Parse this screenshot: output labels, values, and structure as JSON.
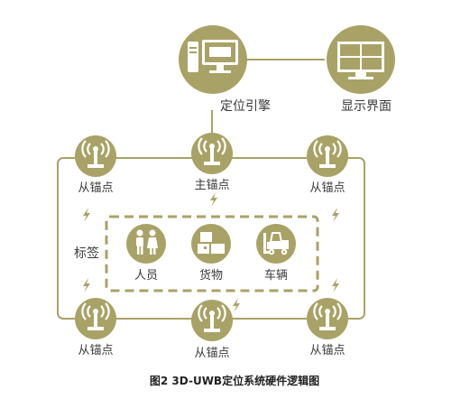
{
  "colors": {
    "olive": "#a9a266",
    "line": "#a9a266",
    "icon_fg": "#ffffff",
    "text": "#3a3a3a",
    "caption": "#222222"
  },
  "top": {
    "engine": {
      "label": "定位引擎",
      "icon": "computer-icon"
    },
    "display": {
      "label": "显示界面",
      "icon": "monitor-grid-icon"
    }
  },
  "anchors": {
    "top_left": {
      "label": "从锚点",
      "icon": "anchor-antenna-icon"
    },
    "top_center": {
      "label": "主锚点",
      "icon": "anchor-antenna-icon"
    },
    "top_right": {
      "label": "从锚点",
      "icon": "anchor-antenna-icon"
    },
    "bottom_left": {
      "label": "从锚点",
      "icon": "anchor-antenna-icon"
    },
    "bottom_center": {
      "label": "从锚点",
      "icon": "anchor-antenna-icon"
    },
    "bottom_right": {
      "label": "从锚点",
      "icon": "anchor-antenna-icon"
    }
  },
  "tags": {
    "label": "标签",
    "items": [
      {
        "label": "人员",
        "icon": "people-icon"
      },
      {
        "label": "货物",
        "icon": "boxes-icon"
      },
      {
        "label": "车辆",
        "icon": "forklift-icon"
      }
    ]
  },
  "signal_icon": "lightning-icon",
  "caption": "图2  3D-UWB定位系统硬件逻辑图"
}
